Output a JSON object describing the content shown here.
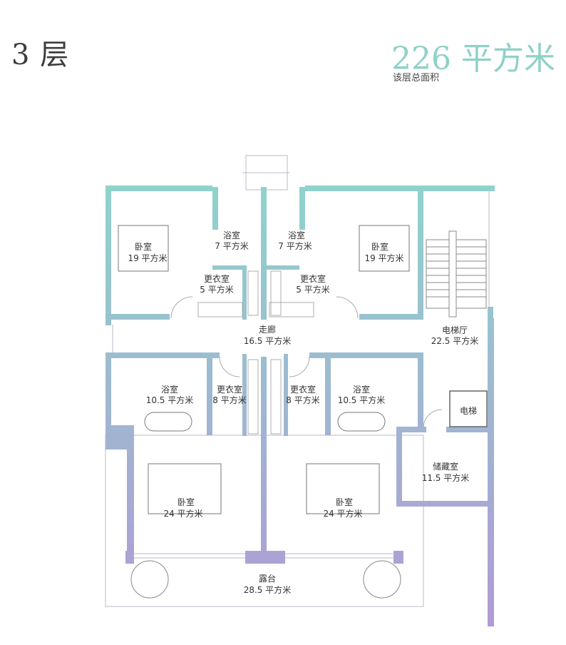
{
  "header": {
    "floor_label": "3 层",
    "total_area": "226 平方米",
    "total_area_caption": "该层总面积"
  },
  "rooms": {
    "bedroom_nw": {
      "name": "卧室",
      "area": "19 平方米"
    },
    "bath_n1": {
      "name": "浴室",
      "area": "7 平方米"
    },
    "bath_n2": {
      "name": "浴室",
      "area": "7 平方米"
    },
    "bedroom_ne": {
      "name": "卧室",
      "area": "19 平方米"
    },
    "closet_n1": {
      "name": "更衣室",
      "area": "5 平方米"
    },
    "closet_n2": {
      "name": "更衣室",
      "area": "5 平方米"
    },
    "corridor": {
      "name": "走廊",
      "area": "16.5 平方米"
    },
    "elevator_hall": {
      "name": "电梯厅",
      "area": "22.5 平方米"
    },
    "bath_s1": {
      "name": "浴室",
      "area": "10.5 平方米"
    },
    "closet_s1": {
      "name": "更衣室",
      "area": "8 平方米"
    },
    "closet_s2": {
      "name": "更衣室",
      "area": "8 平方米"
    },
    "bath_s2": {
      "name": "浴室",
      "area": "10.5 平方米"
    },
    "elevator": {
      "name": "电梯"
    },
    "storage": {
      "name": "储藏室",
      "area": "11.5 平方米"
    },
    "bedroom_sw": {
      "name": "卧室",
      "area": "24 平方米"
    },
    "bedroom_se": {
      "name": "卧室",
      "area": "24 平方米"
    },
    "terrace": {
      "name": "露台",
      "area": "28.5 平方米"
    }
  },
  "colors": {
    "wall_top": "#8fd3cc",
    "wall_bottom": "#b09ad6",
    "accent_text": "#8fd1c8"
  }
}
